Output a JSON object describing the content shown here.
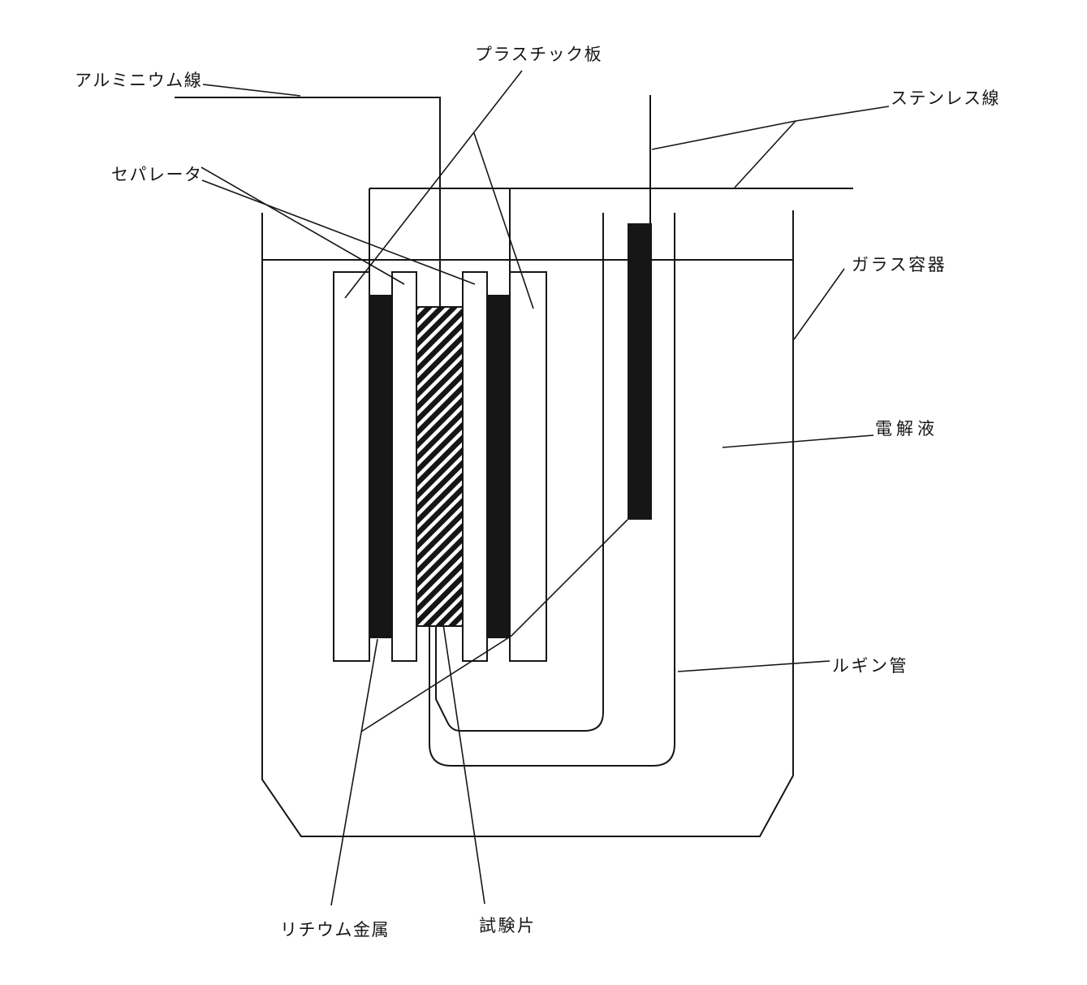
{
  "figure": {
    "background_color": "#ffffff",
    "ink_color": "#161616",
    "labels": {
      "aluminum_wire": "アルミニウム線",
      "plastic_plate": "プラスチック板",
      "stainless_wire": "ステンレス線",
      "separator": "セパレータ",
      "glass_container": "ガラス容器",
      "electrolyte": "電解液",
      "luggin_tube": "ルギン管",
      "lithium_metal": "リチウム金属",
      "test_piece": "試験片"
    }
  }
}
